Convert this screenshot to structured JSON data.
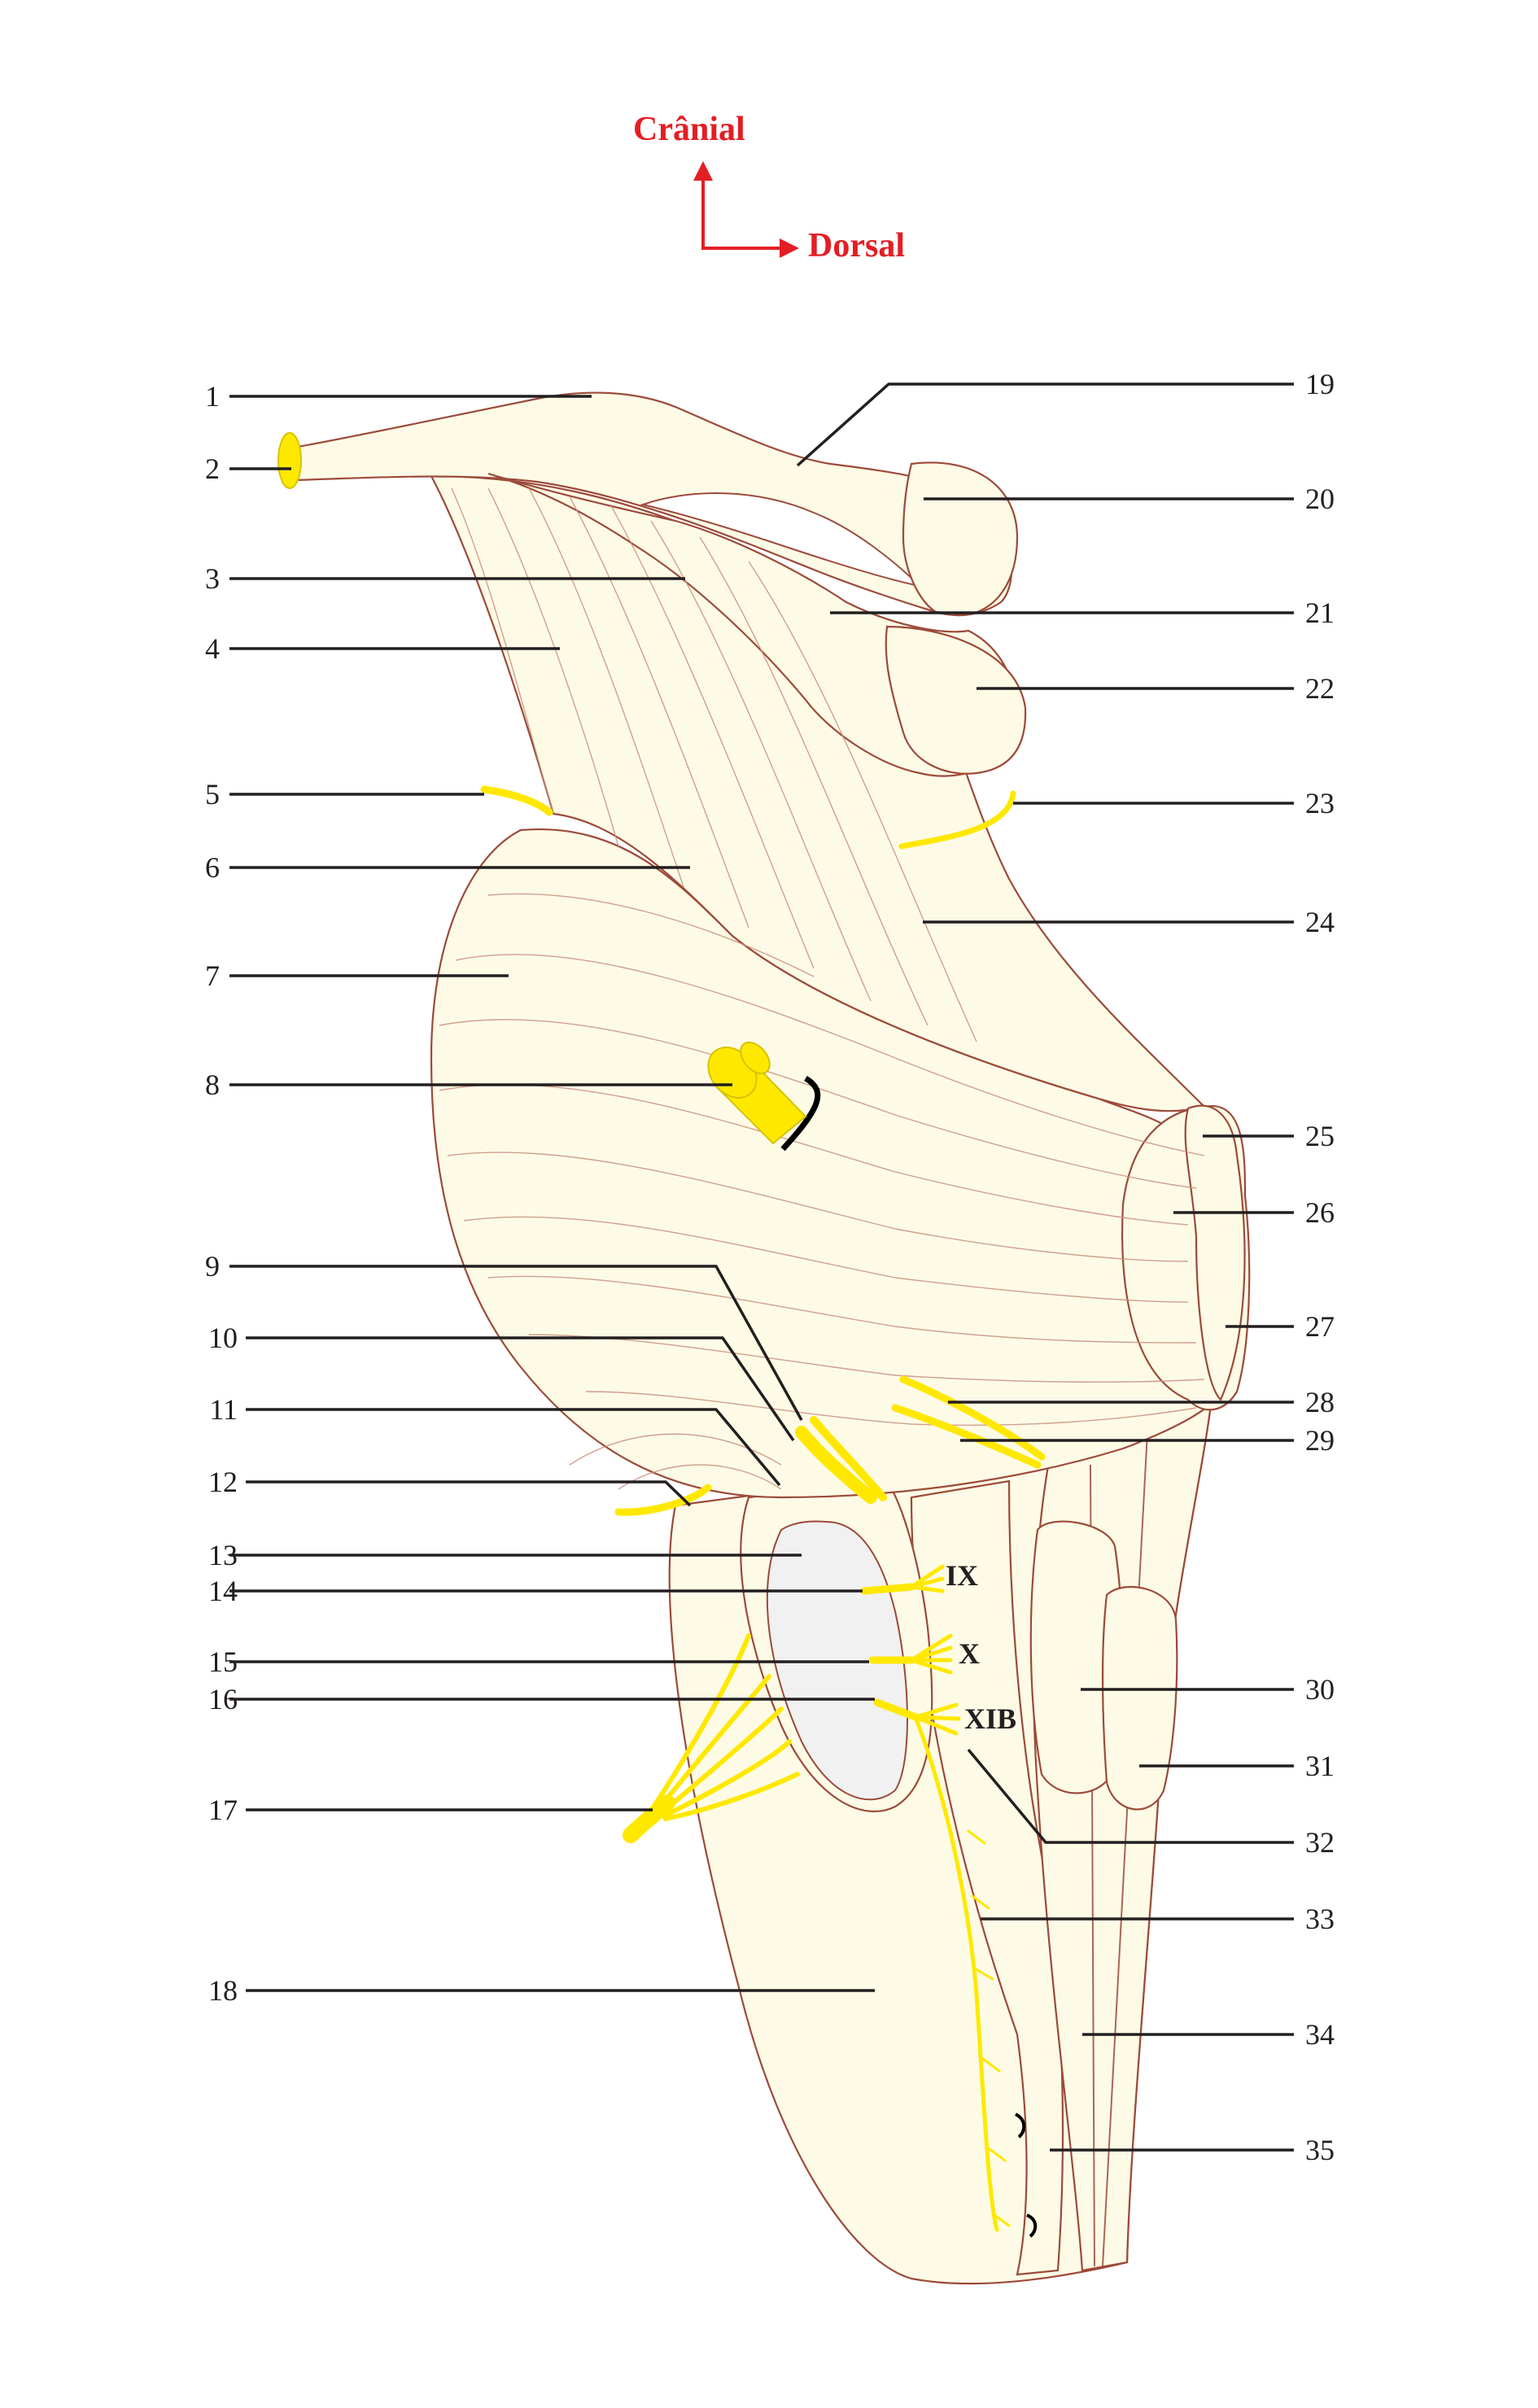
{
  "orientation": {
    "cranial": "Crânial",
    "dorsal": "Dorsal",
    "color": "#e31e24"
  },
  "labels_left": [
    "1",
    "2",
    "3",
    "4",
    "5",
    "6",
    "7",
    "8",
    "9",
    "10",
    "11",
    "12",
    "13",
    "14",
    "15",
    "16",
    "17",
    "18"
  ],
  "labels_right": [
    "19",
    "20",
    "21",
    "22",
    "23",
    "24",
    "25",
    "26",
    "27",
    "28",
    "29",
    "30",
    "31",
    "32",
    "33",
    "34",
    "35"
  ],
  "nerve_roots": [
    "IX",
    "X",
    "XIB"
  ],
  "colors": {
    "tissue_fill": "#fdfbe6",
    "tissue_outline": "#9c4a3a",
    "nerve": "#ffe800",
    "leader": "#231f20"
  }
}
